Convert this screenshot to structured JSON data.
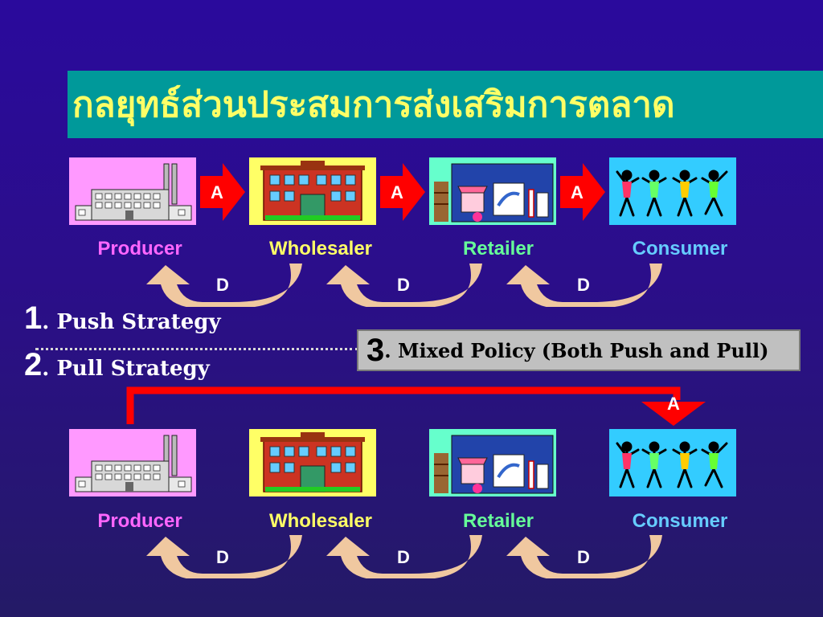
{
  "slide": {
    "title": "กลยุทธ์ส่วนประสมการส่งเสริมการตลาด"
  },
  "flows": [
    {
      "nodes": [
        {
          "label": "Producer",
          "picture": "factory"
        },
        {
          "label": "Wholesaler",
          "picture": "building"
        },
        {
          "label": "Retailer",
          "picture": "store"
        },
        {
          "label": "Consumer",
          "picture": "people"
        }
      ],
      "forward_badge": "A",
      "return_badge": "D"
    },
    {
      "nodes": [
        {
          "label": "Producer",
          "picture": "factory"
        },
        {
          "label": "Wholesaler",
          "picture": "building"
        },
        {
          "label": "Retailer",
          "picture": "store"
        },
        {
          "label": "Consumer",
          "picture": "people"
        }
      ],
      "pull_badge": "A",
      "return_badge": "D"
    }
  ],
  "strategies": [
    {
      "number": "1",
      "text": ". Push Strategy"
    },
    {
      "number": "2",
      "text": ". Pull Strategy"
    },
    {
      "number": "3",
      "text": ". Mixed Policy (Both Push and Pull)"
    }
  ],
  "colors": {
    "title_bar": "#00999a",
    "title_text": "#ffff66",
    "producer": "#ff66ff",
    "wholesaler": "#ffff66",
    "retailer": "#66ff99",
    "consumer": "#66ccff",
    "arrow_red": "#ff0000",
    "return_arrow": "#f0c8a0",
    "factory_bg": "#ff99ff",
    "building_bg": "#ffff66",
    "store_bg": "#66ffcc",
    "people_bg": "#33ccff"
  }
}
